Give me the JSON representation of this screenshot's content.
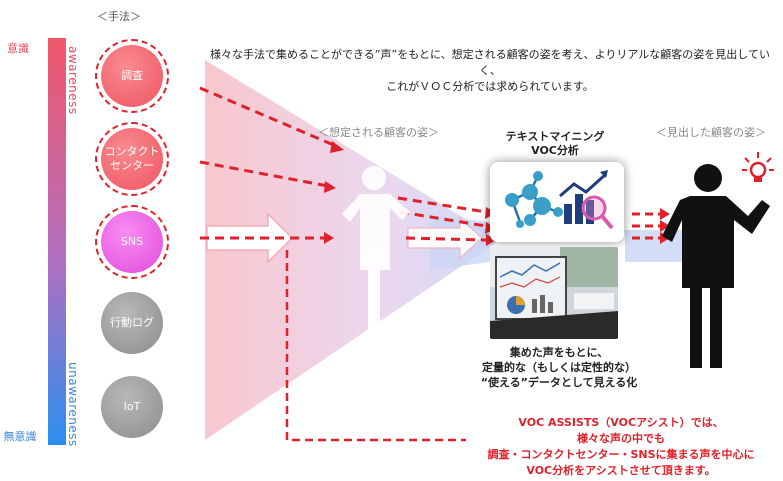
{
  "method_header": "＜手法＞",
  "awareness_scale": {
    "top_label": "意識",
    "bottom_label": "無意識",
    "top_vertical": "awareness",
    "bottom_vertical": "unawareness"
  },
  "methods": [
    {
      "label": "調査",
      "color": "#f26a72",
      "highlighted": true
    },
    {
      "label": "コンタクト\nセンター",
      "color": "#f26a78",
      "highlighted": true
    },
    {
      "label": "SNS",
      "color": "#e84ee0",
      "highlighted": true
    },
    {
      "label": "行動ログ",
      "color": "#9a9a9a",
      "highlighted": false
    },
    {
      "label": "IoT",
      "color": "#9a9a9a",
      "highlighted": false
    }
  ],
  "top_description": {
    "line1": "様々な手法で集めることができる”声”をもとに、想定される顧客の姿を考え、よりリアルな顧客の姿を見出していく、",
    "line2": "これがＶＯＣ分析では求められています。"
  },
  "assumed_customer_caption": "＜想定される顧客の姿＞",
  "found_customer_caption": "＜見出した顧客の姿＞",
  "text_mining": {
    "title_line1": "テキストマイニング",
    "title_line2": "VOC分析"
  },
  "bottom_caption": {
    "line1": "集めた声をもとに、",
    "line2": "定量的な（もしくは定性的な）",
    "line3": "“使える”データとして見える化"
  },
  "voc_note": {
    "line1": "VOC ASSISTS（VOCアシスト）では、",
    "line2": "様々な声の中でも",
    "line3": "調査・コンタクトセンター・SNSに集まる声を中心に",
    "line4": "VOC分析をアシストさせて頂きます。"
  },
  "colors": {
    "accent_red": "#e0202a",
    "gradient_top": "#f2576a",
    "gradient_bottom": "#2b8ff0"
  }
}
